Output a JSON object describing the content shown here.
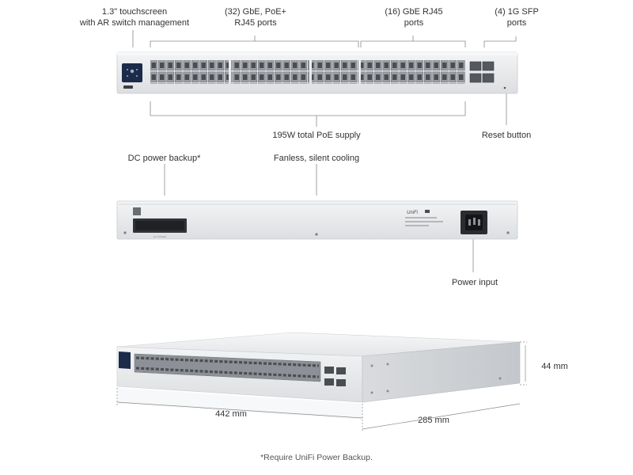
{
  "front_view": {
    "touchscreen_label": "1.3\" touchscreen\nwith AR switch management",
    "poe_ports_label": "(32) GbE, PoE+\nRJ45 ports",
    "gbe_ports_label": "(16) GbE RJ45\nports",
    "sfp_ports_label": "(4) 1G SFP\nports",
    "poe_supply_label": "195W total PoE supply",
    "reset_label": "Reset button"
  },
  "rear_view": {
    "dc_backup_label": "DC power backup*",
    "cooling_label": "Fanless, silent cooling",
    "power_input_label": "Power input",
    "brand_text": "UniFi"
  },
  "dimensions": {
    "height": "44 mm",
    "width": "442 mm",
    "depth": "285 mm"
  },
  "footnote": "*Require UniFi Power Backup.",
  "colors": {
    "chassis": "#e9eaec",
    "chassis_edge": "#c9ccd0",
    "port_face": "#8d9096",
    "port_dark": "#4a4d52",
    "screen": "#1c2b4a",
    "leader_line": "#8a8a8a"
  }
}
